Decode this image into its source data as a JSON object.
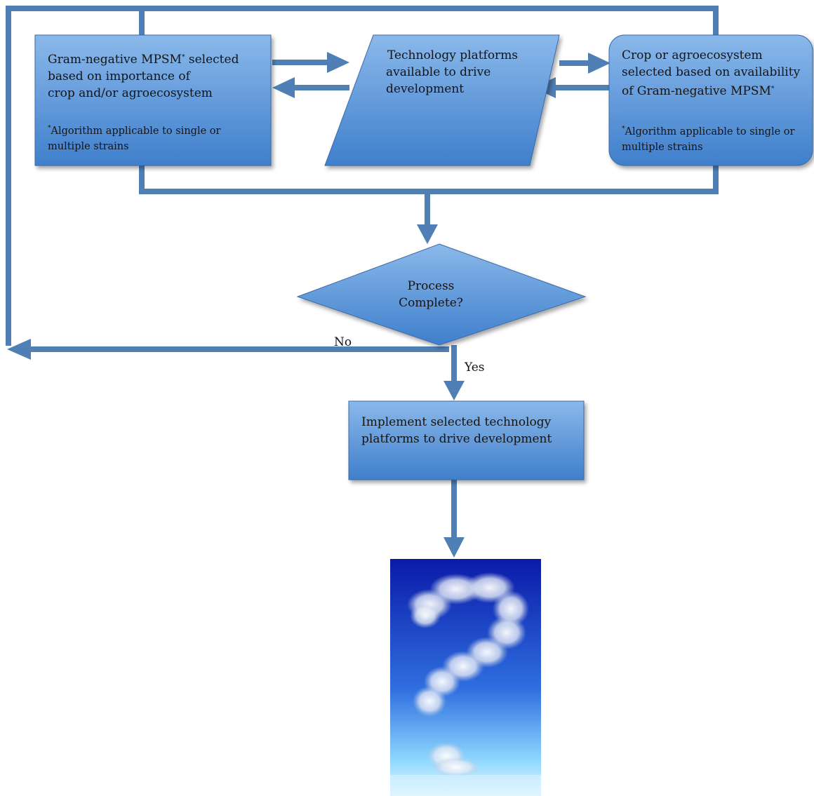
{
  "nodes": {
    "left": {
      "lines": [
        "Gram-negative MPSM",
        "based on importance of",
        "crop and/or agroecosystem"
      ],
      "line1_suffix": " selected",
      "marker": "*",
      "note_marker": "*",
      "note_lines": [
        "Algorithm applicable to single or",
        "multiple strains"
      ]
    },
    "middle": {
      "lines": [
        "Technology platforms",
        "available to drive",
        "development"
      ]
    },
    "right": {
      "lines": [
        "Crop or agroecosystem",
        "selected based on availability",
        "of Gram-negative MPSM"
      ],
      "marker": "*",
      "note_marker": "*",
      "note_lines": [
        "Algorithm applicable to single or",
        "multiple strains"
      ]
    },
    "decision": {
      "lines": [
        "Process",
        "Complete?"
      ]
    },
    "implement": {
      "lines": [
        "Implement selected technology",
        "platforms to drive development"
      ]
    }
  },
  "edges": {
    "no_label": "No",
    "yes_label": "Yes"
  },
  "image": {
    "icon": "cloud-question-mark-icon",
    "sky_top": "#0a1aa8",
    "sky_bottom": "#8fd8ff"
  },
  "colors": {
    "node_fill_top": "#8ab8ea",
    "node_fill_bottom": "#3f7fcc",
    "connector": "#4f7fb4"
  }
}
